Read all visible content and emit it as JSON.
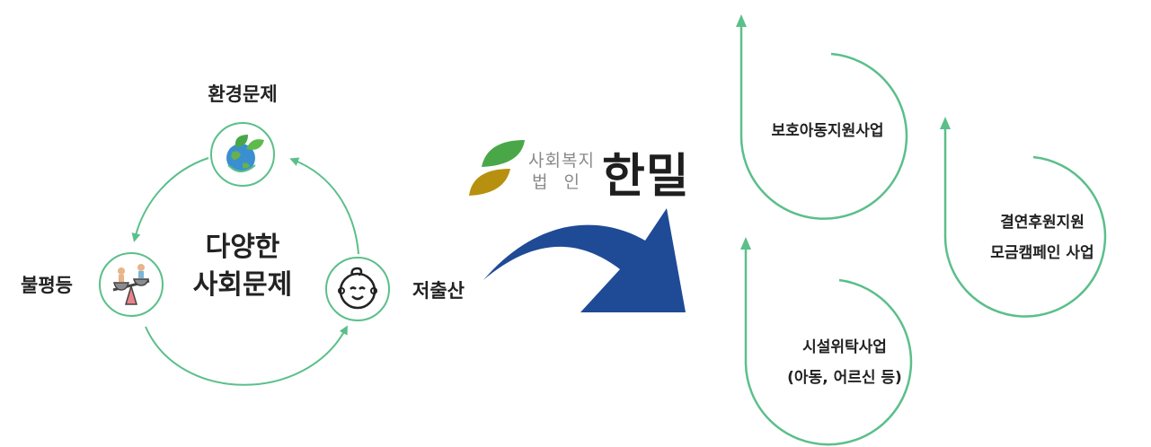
{
  "left": {
    "center_title_line1": "다양한",
    "center_title_line2": "사회문제",
    "nodes": {
      "top": "환경문제",
      "left": "불평등",
      "right": "저출산"
    }
  },
  "logo": {
    "sub_line1": "사회복지",
    "sub_line2": "법  인",
    "name": "한밀"
  },
  "programs": {
    "p1": "보호아동지원사업",
    "p2_line1": "결연후원지원",
    "p2_line2": "모금캠페인 사업",
    "p3_line1": "시설위탁사업",
    "p3_line2": "(아동, 어르신 등)"
  },
  "colors": {
    "accent_green": "#5bbf8a",
    "arrow_blue": "#1f4a96",
    "leaf_green": "#4aa748",
    "leaf_gold": "#b8900f"
  }
}
